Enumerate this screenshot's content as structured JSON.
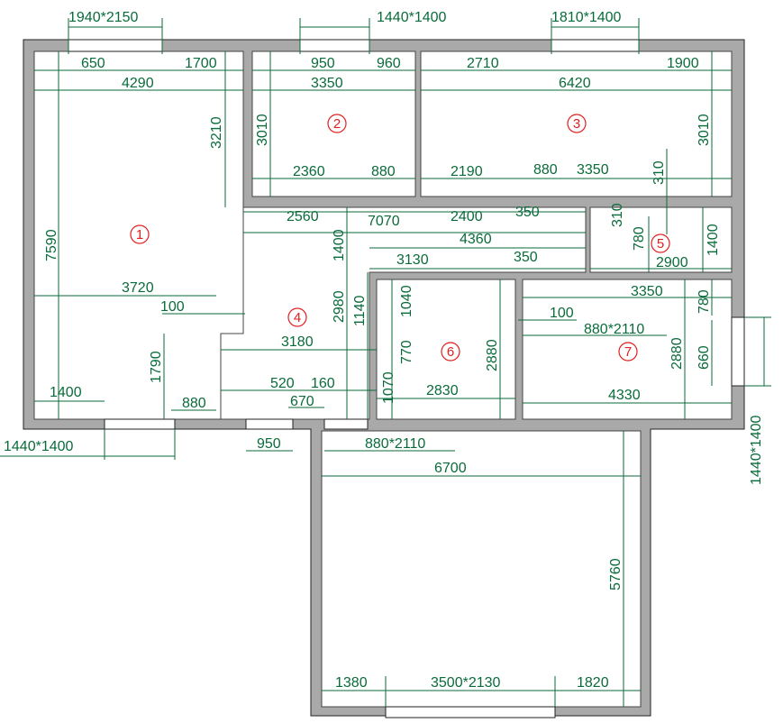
{
  "rooms": [
    {
      "id": "r1",
      "label": "1"
    },
    {
      "id": "r2",
      "label": "2"
    },
    {
      "id": "r3",
      "label": "3"
    },
    {
      "id": "r4",
      "label": "4"
    },
    {
      "id": "r5",
      "label": "5"
    },
    {
      "id": "r6",
      "label": "6"
    },
    {
      "id": "r7",
      "label": "7"
    }
  ],
  "dims": {
    "w_top1": "1940*2150",
    "w_top2": "1440*1400",
    "w_top3": "1810*1400",
    "d650": "650",
    "d1700": "1700",
    "d4290": "4290",
    "d950a": "950",
    "d960": "960",
    "d3350a": "3350",
    "d2710": "2710",
    "d1900": "1900",
    "d6420": "6420",
    "d3210": "3210",
    "d3010a": "3010",
    "d3010b": "3010",
    "d2360": "2360",
    "d880a": "880",
    "d2190": "2190",
    "d880b": "880",
    "d3350b": "3350",
    "d310a": "310",
    "d2560": "2560",
    "d7070": "7070",
    "d2400": "2400",
    "d350a": "350",
    "d310b": "310",
    "d780a": "780",
    "d1400a": "1400",
    "d4360": "4360",
    "d7590": "7590",
    "d1400b": "1400",
    "d3130": "3130",
    "d350b": "350",
    "d2900": "2900",
    "d3720": "3720",
    "d2980": "2980",
    "d1140": "1140",
    "d1040": "1040",
    "d3350c": "3350",
    "d780b": "780",
    "d100a": "100",
    "d100b": "100",
    "door880_1": "880*2110",
    "d3180": "3180",
    "d770": "770",
    "d2880a": "2880",
    "d2880b": "2880",
    "d660": "660",
    "d1790": "1790",
    "d520": "520",
    "d160": "160",
    "d670": "670",
    "d1070": "1070",
    "d2830": "2830",
    "d4330": "4330",
    "d1400c": "1400",
    "d880c": "880",
    "w_bot": "1440*1400",
    "d950b": "950",
    "door880_2": "880*2110",
    "w_right": "1440*1400",
    "d6700": "6700",
    "d5760": "5760",
    "d1380": "1380",
    "door3500": "3500*2130",
    "d1820": "1820"
  }
}
